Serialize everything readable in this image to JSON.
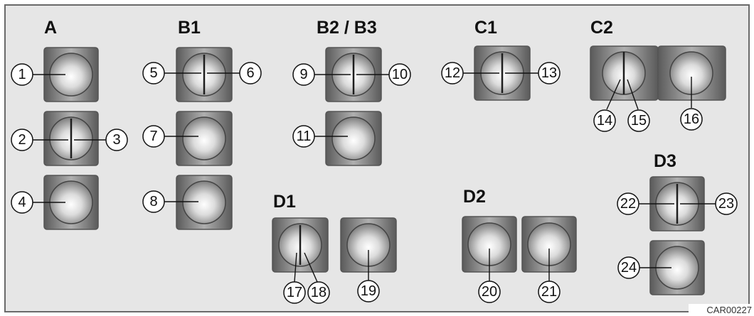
{
  "colors": {
    "background": "#e6e6e6",
    "frame": "#6a6a6a",
    "socket_dark": "#5a5a5a",
    "socket_light": "#b0b0b0",
    "bulb_light": "#ffffff",
    "bulb_dark": "#7c7c7c"
  },
  "groups": {
    "a": "A",
    "b1": "B1",
    "b2b3": "B2 / B3",
    "c1": "C1",
    "c2": "C2",
    "d1": "D1",
    "d2": "D2",
    "d3": "D3"
  },
  "numbers": {
    "n1": "1",
    "n2": "2",
    "n3": "3",
    "n4": "4",
    "n5": "5",
    "n6": "6",
    "n7": "7",
    "n8": "8",
    "n9": "9",
    "n10": "10",
    "n11": "11",
    "n12": "12",
    "n13": "13",
    "n14": "14",
    "n15": "15",
    "n16": "16",
    "n17": "17",
    "n18": "18",
    "n19": "19",
    "n20": "20",
    "n21": "21",
    "n22": "22",
    "n23": "23",
    "n24": "24"
  },
  "drawing_code": "CAR00227"
}
